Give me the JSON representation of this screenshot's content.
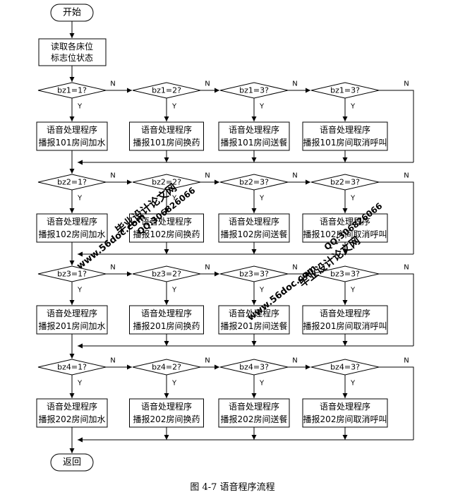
{
  "start_label": "开始",
  "read_label": [
    "读取各床位",
    "标志位状态"
  ],
  "yes_label": "Y",
  "no_label": "N",
  "rows": [
    {
      "conditions": [
        "bz1=1?",
        "bz1=2?",
        "bz1=3?",
        "bz1=3?"
      ],
      "actions": [
        [
          "语音处理程序",
          "播报101房间加水"
        ],
        [
          "语音处理程序",
          "播报101房间换药"
        ],
        [
          "语音处理程序",
          "播报101房间送餐"
        ],
        [
          "语音处理程序",
          "播报101房间取消呼叫"
        ]
      ]
    },
    {
      "conditions": [
        "bz2=1?",
        "bz2=2?",
        "bz2=3?",
        "bz2=3?"
      ],
      "actions": [
        [
          "语音处理程序",
          "播报102房间加水"
        ],
        [
          "语音处理程序",
          "播报102房间换药"
        ],
        [
          "语音处理程序",
          "播报102房间送餐"
        ],
        [
          "语音处理程序",
          "播报102房间取消呼叫"
        ]
      ]
    },
    {
      "conditions": [
        "bz3=1?",
        "bz3=2?",
        "bz3=3?",
        "bz3=3?"
      ],
      "actions": [
        [
          "语音处理程序",
          "播报201房间加水"
        ],
        [
          "语音处理程序",
          "播报201房间换药"
        ],
        [
          "语音处理程序",
          "播报201房间送餐"
        ],
        [
          "语音处理程序",
          "播报201房间取消呼叫"
        ]
      ]
    },
    {
      "conditions": [
        "bz4=1?",
        "bz4=2?",
        "bz4=3?",
        "bz4=3?"
      ],
      "actions": [
        [
          "语音处理程序",
          "播报202房间加水"
        ],
        [
          "语音处理程序",
          "播报202房间换药"
        ],
        [
          "语音处理程序",
          "播报202房间送餐"
        ],
        [
          "语音处理程序",
          "播报202房间取消呼叫"
        ]
      ]
    }
  ],
  "end_label": "返回",
  "caption": "图 4-7  语音程序流程",
  "watermarks": [
    "毕业设计论文网",
    "www.56doc.com",
    "QQ:306826066"
  ],
  "watermark_color": "#e00000"
}
